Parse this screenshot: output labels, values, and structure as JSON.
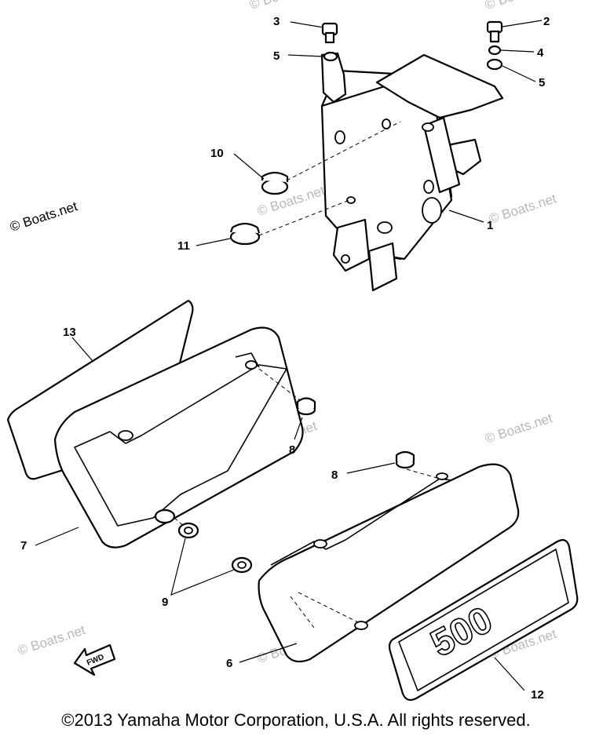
{
  "watermarks": {
    "main": "© Boats.net",
    "faint": "© Boats.net"
  },
  "callouts": [
    "1",
    "2",
    "3",
    "4",
    "5",
    "5",
    "6",
    "7",
    "8",
    "8",
    "9",
    "10",
    "11",
    "12",
    "13"
  ],
  "decal_text": "500",
  "arrow_label": "FWD",
  "copyright": "©2013 Yamaha Motor Corporation, U.S.A. All rights reserved."
}
